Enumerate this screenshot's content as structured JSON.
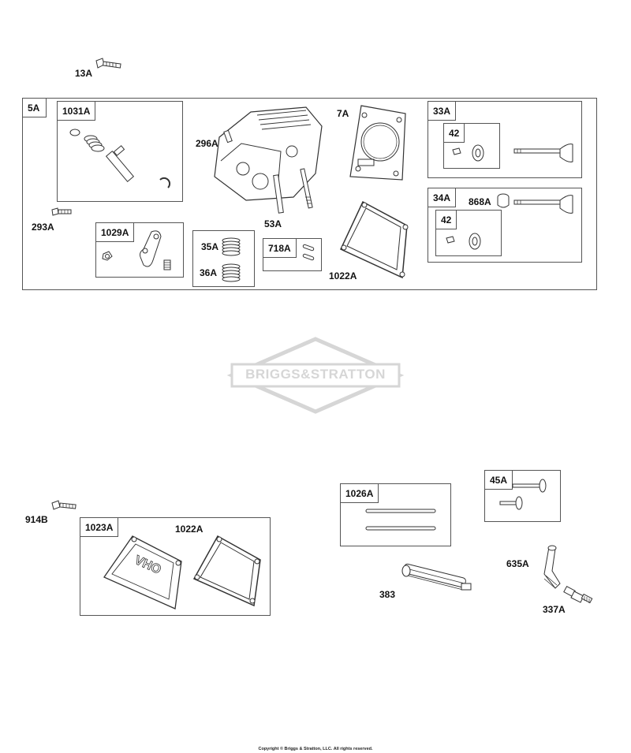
{
  "parts": {
    "p13A": "13A",
    "p5A": "5A",
    "p1031A": "1031A",
    "p293A": "293A",
    "p1029A": "1029A",
    "p35A": "35A",
    "p36A": "36A",
    "p296A": "296A",
    "p53A": "53A",
    "p718A": "718A",
    "p7A": "7A",
    "p1022A_top": "1022A",
    "p33A": "33A",
    "p42_a": "42",
    "p34A": "34A",
    "p868A": "868A",
    "p42_b": "42",
    "p914B": "914B",
    "p1023A": "1023A",
    "p1022A_bottom": "1022A",
    "p1026A": "1026A",
    "p45A": "45A",
    "p383": "383",
    "p635A": "635A",
    "p337A": "337A"
  },
  "watermark": {
    "text": "BRIGGS&STRATTON",
    "color": "#d6d6d6"
  },
  "copyright": "Copyright © Briggs & Stratton, LLC. All rights reserved.",
  "line_color": "#333333"
}
